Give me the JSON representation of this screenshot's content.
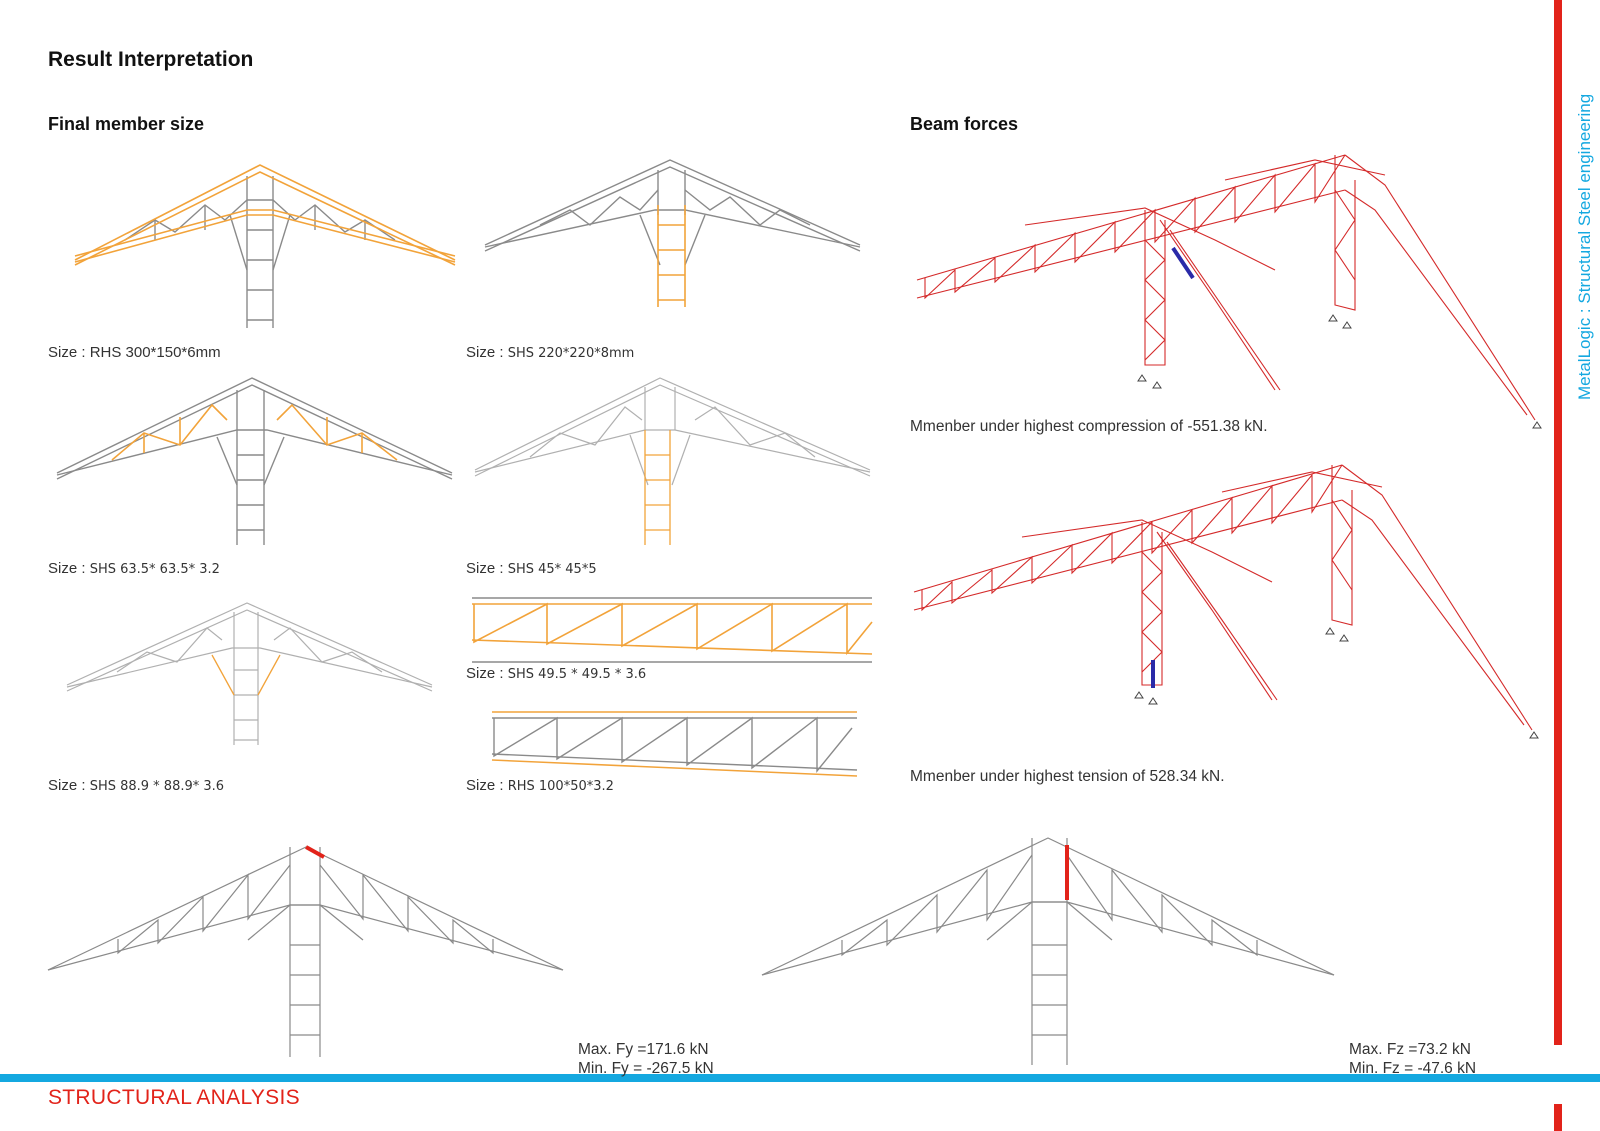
{
  "page": {
    "title": "Result Interpretation",
    "left_section": "Final member size",
    "right_section": "Beam forces",
    "footer": "STRUCTURAL ANALYSIS",
    "side_label": "MetalLogic : Structural Steel  engineering"
  },
  "sizes": [
    {
      "prefix": "Size : ",
      "value": "RHS 300*150*6mm"
    },
    {
      "prefix": "Size : ",
      "value": "SHS 220*220*8mm"
    },
    {
      "prefix": "Size : ",
      "value": "SHS 63.5* 63.5* 3.2"
    },
    {
      "prefix": "Size : ",
      "value": "SHS 45* 45*5"
    },
    {
      "prefix": "Size : ",
      "value": "SHS 49.5 * 49.5 * 3.6"
    },
    {
      "prefix": "Size :  ",
      "value": "SHS 88.9 * 88.9* 3.6"
    },
    {
      "prefix": "Size : ",
      "value": "RHS 100*50*3.2"
    }
  ],
  "forces": {
    "compression": "Mmenber under highest compression of -551.38 kN.",
    "tension": "Mmenber under highest tension of 528.34  kN."
  },
  "shear": {
    "fy_max": "Max. Fy =171.6 kN",
    "fy_min": "Min. Fy = -267.5 kN",
    "fz_max": "Max. Fz =73.2 kN",
    "fz_min": "Min. Fz = -47.6 kN"
  },
  "colors": {
    "accent_red": "#e2231a",
    "accent_blue": "#14a8e0",
    "highlight_orange": "#f2a33a",
    "member_grey": "#8a8a8a",
    "force_red": "#d42a2a",
    "force_blue": "#2a2aa8"
  }
}
